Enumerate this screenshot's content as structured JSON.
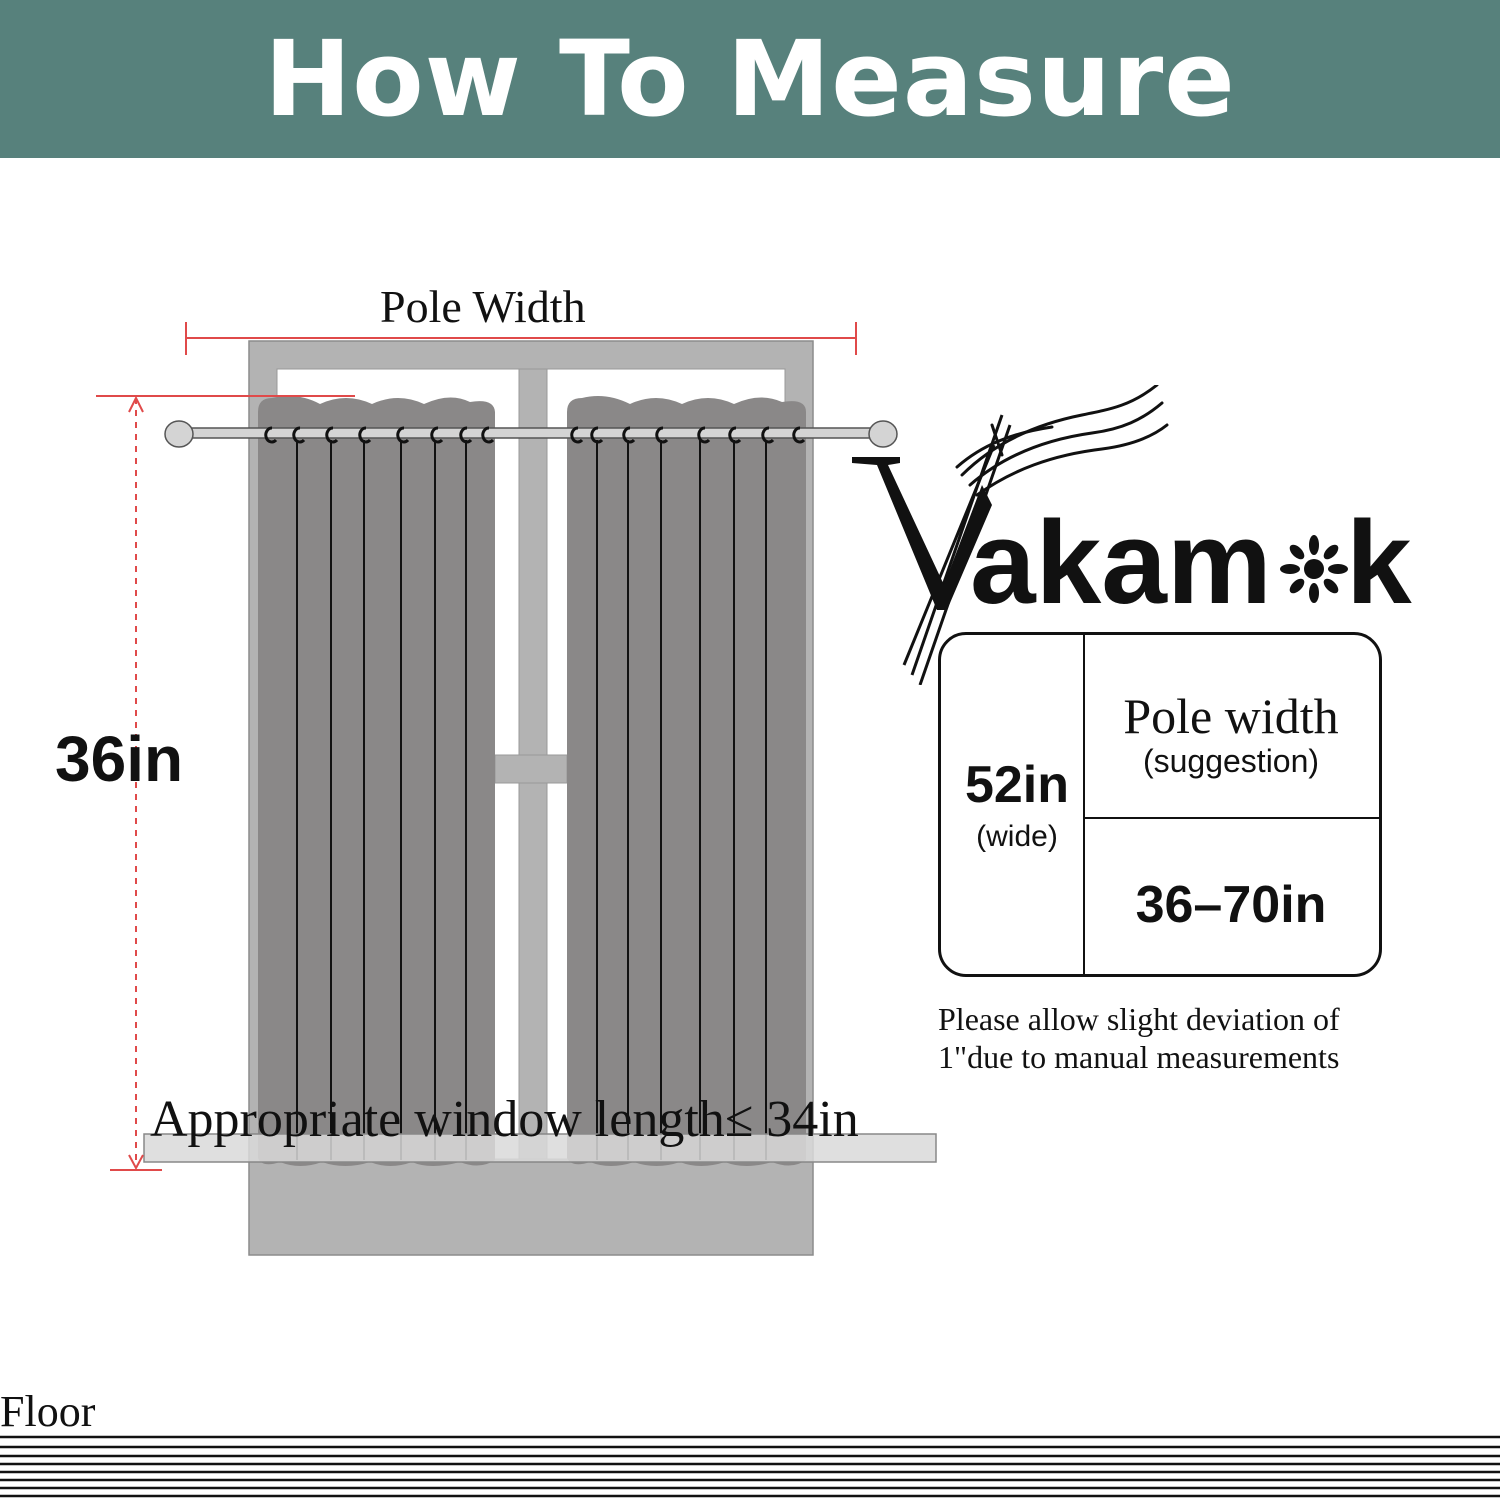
{
  "banner": {
    "title": "How To Measure",
    "color": "#57817c"
  },
  "diagram": {
    "pole_label": "Pole Width",
    "height_label": "36in",
    "sill_label": "Appropriate window length≤ 34in",
    "floor_label": "Floor",
    "curtain_color": "#8a8888",
    "frame_color": "#b3b3b3",
    "dimension_color": "#e04a4a"
  },
  "brand": {
    "name": "Vakamok"
  },
  "spec_table": {
    "width_value": "52in",
    "width_note": "(wide)",
    "pole_title": "Pole width",
    "pole_note": "(suggestion)",
    "pole_value": "36–70in"
  },
  "note": {
    "line1": "Please allow slight deviation of",
    "line2": "1\"due to manual measurements"
  }
}
